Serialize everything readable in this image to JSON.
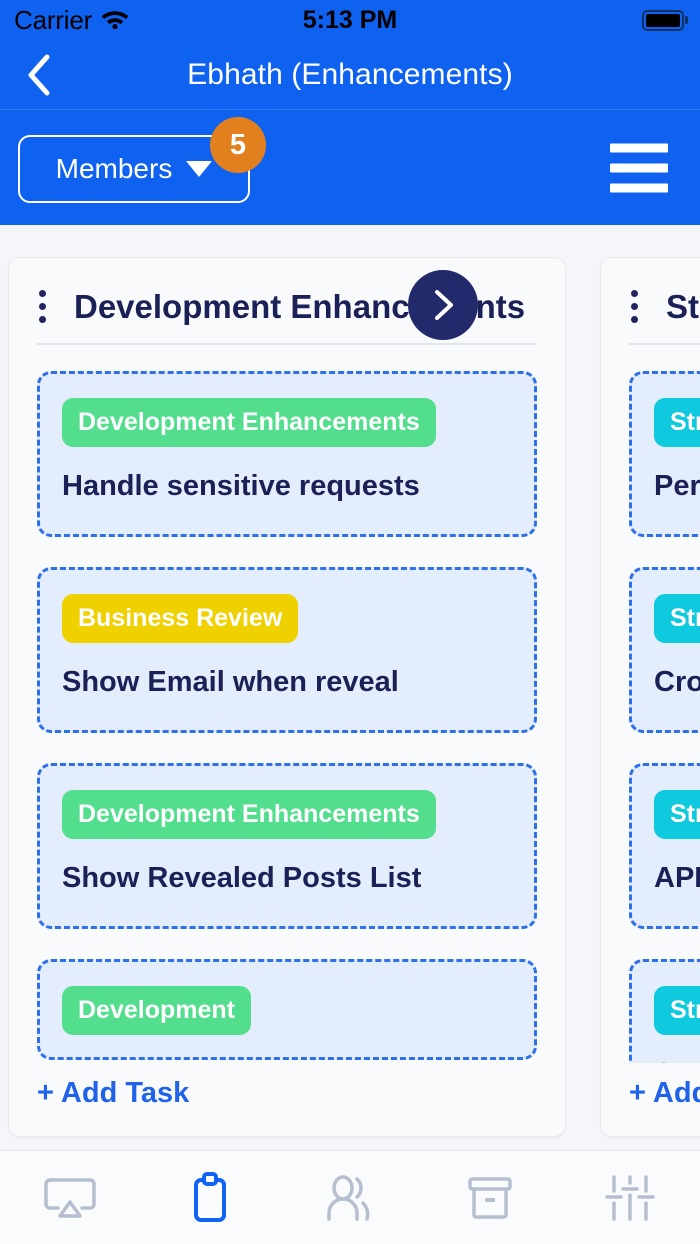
{
  "status_bar": {
    "carrier": "Carrier",
    "time": "5:13 PM",
    "wifi_icon": "wifi-icon",
    "battery_icon": "battery-full-icon"
  },
  "nav": {
    "back_icon": "chevron-left-icon",
    "title": "Ebhath (Enhancements)"
  },
  "subheader": {
    "members_label": "Members",
    "members_caret_icon": "caret-down-icon",
    "members_badge_count": "5",
    "menu_icon": "hamburger-menu-icon"
  },
  "fab": {
    "next_icon": "chevron-right-icon"
  },
  "colors": {
    "header_blue": "#0F62F0",
    "accent_blue": "#2063E8",
    "badge_orange": "#E2801E",
    "label_green": "#52DE8D",
    "label_yellow": "#EFD000",
    "label_cyan": "#0FC9DE",
    "navy_text": "#1B2157",
    "card_bg": "#E4EDFB",
    "card_border": "#2D70E8",
    "fab_navy": "#232A6B"
  },
  "board": {
    "columns": [
      {
        "menu_icon": "dots-vertical-icon",
        "title": "Development Enhancements",
        "add_task_label": "+ Add Task",
        "tasks": [
          {
            "label": "Development Enhancements",
            "label_color": "#52DE8D",
            "title": "Handle sensitive requests"
          },
          {
            "label": "Business Review",
            "label_color": "#EFD000",
            "title": "Show Email when reveal"
          },
          {
            "label": "Development Enhancements",
            "label_color": "#52DE8D",
            "title": "Show Revealed Posts List"
          },
          {
            "label": "Development",
            "label_color": "#52DE8D",
            "title": ""
          }
        ]
      },
      {
        "menu_icon": "dots-vertical-icon",
        "title": "Str",
        "add_task_label": "+ Add Task",
        "tasks": [
          {
            "label": "Str",
            "label_color": "#0FC9DE",
            "title": "Per"
          },
          {
            "label": "Str",
            "label_color": "#0FC9DE",
            "title": "Cro"
          },
          {
            "label": "Str",
            "label_color": "#0FC9DE",
            "title": "API"
          },
          {
            "label": "Str",
            "label_color": "#0FC9DE",
            "title": "Se"
          }
        ]
      }
    ]
  },
  "tabbar": {
    "items": [
      {
        "icon": "airplay-screen-icon",
        "active": false
      },
      {
        "icon": "clipboard-board-icon",
        "active": true
      },
      {
        "icon": "people-members-icon",
        "active": false
      },
      {
        "icon": "archive-box-icon",
        "active": false
      },
      {
        "icon": "sliders-settings-icon",
        "active": false
      }
    ]
  }
}
